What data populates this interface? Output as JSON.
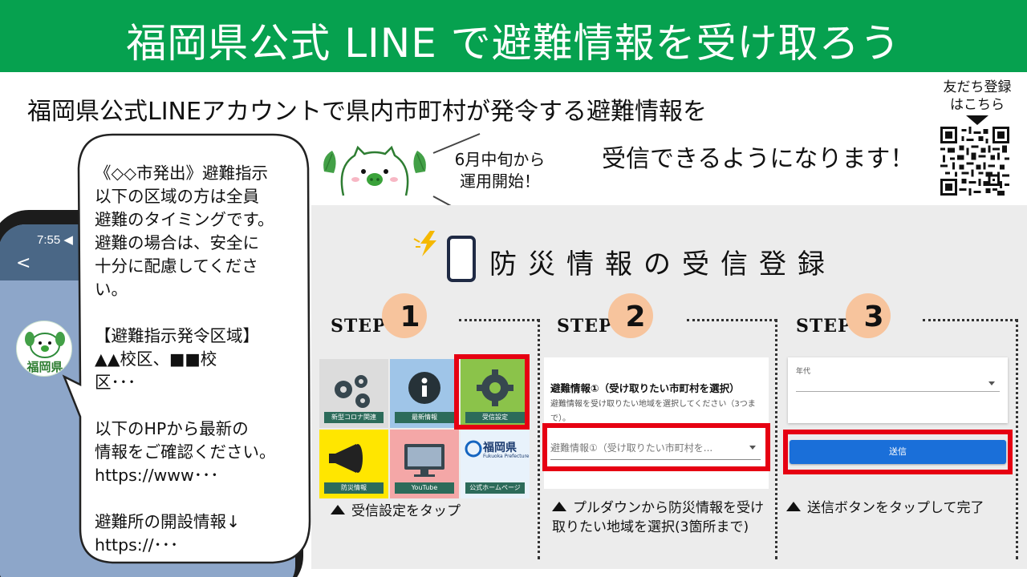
{
  "header": {
    "title": "福岡県公式 LINE で避難情報を受け取ろう"
  },
  "intro": {
    "line1": "福岡県公式LINEアカウントで県内市町村が発令する避難情報を",
    "line2": "受信できるようになります！"
  },
  "qr": {
    "label": "友だち登録\nはこちら",
    "icon": "qr-code-icon"
  },
  "phone": {
    "time": "7:55 ◀",
    "back_icon": "<",
    "account_name": "福岡県"
  },
  "message": {
    "text": "《◇◇市発出》避難指示\n以下の区域の方は全員\n避難のタイミングです。\n避難の場合は、安全に\n十分に配慮してくださ\nい。\n\n【避難指示発令区域】\n▲▲校区、■■校\n区･･･\n\n以下のHPから最新の\n情報をご確認ください。\nhttps://www･･･\n\n避難所の開設情報↓\nhttps://･･･"
  },
  "callout": {
    "text": "6月中旬から\n運用開始！"
  },
  "registration": {
    "title": "防災情報の受信登録"
  },
  "steps": [
    {
      "label": "STEP",
      "number": "1",
      "caption": "受信設定をタップ"
    },
    {
      "label": "STEP",
      "number": "2",
      "caption": "プルダウンから防災情報を受け取りたい地域を選択(3箇所まで)"
    },
    {
      "label": "STEP",
      "number": "3",
      "caption": "送信ボタンをタップして完了"
    }
  ],
  "step1_menu": [
    {
      "label": "新型コロナ関連",
      "icon": "gears-icon",
      "bg": "#dcdcdc"
    },
    {
      "label": "最新情報",
      "icon": "info-icon",
      "bg": "#9fc5e8"
    },
    {
      "label": "受信設定",
      "icon": "gear-icon",
      "bg": "#8bc34a"
    },
    {
      "label": "防災情報",
      "icon": "megaphone-icon",
      "bg": "#ffe600"
    },
    {
      "label": "YouTube",
      "icon": "monitor-icon",
      "bg": "#f4a7a7"
    },
    {
      "label": "公式ホームページ",
      "icon": "prefecture-logo-icon",
      "bg": "#e8f2fb"
    }
  ],
  "step1_logo": {
    "name": "福岡県",
    "sub": "Fukuoka Prefecture"
  },
  "step2_form": {
    "title": "避難情報①（受け取りたい市町村を選択）",
    "description": "避難情報を受け取りたい地域を選択してください（3つまで）。",
    "select_placeholder": "避難情報①（受け取りたい市町村を..."
  },
  "step3_form": {
    "field_label": "年代",
    "send_label": "送信"
  },
  "colors": {
    "banner": "#06a14f",
    "highlight": "#e60012",
    "step_circle": "#f7c49d",
    "send_button": "#1a6fd9"
  }
}
